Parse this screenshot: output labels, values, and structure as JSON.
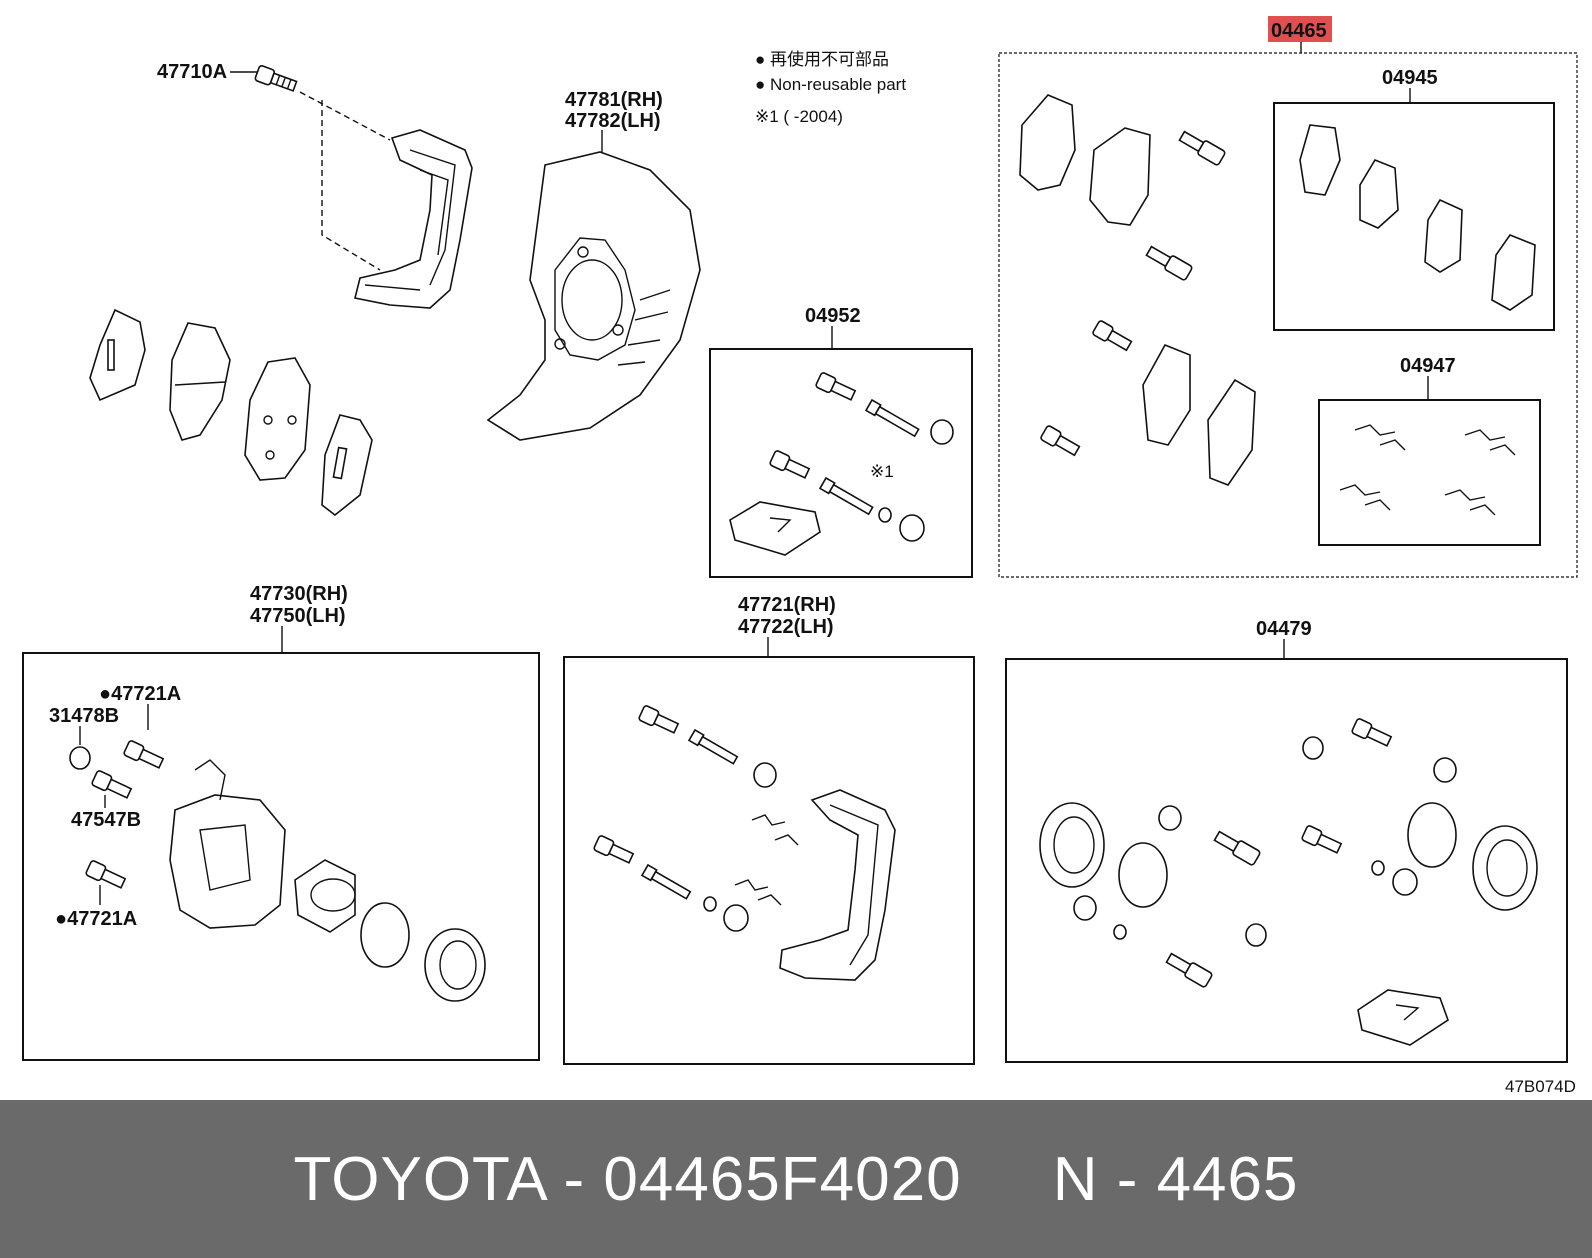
{
  "legend": {
    "line1": "● 再使用不可部品",
    "line2": "● Non-reusable part",
    "line3": "※1 (        -2004)"
  },
  "labels": {
    "p47710A": "47710A",
    "p47781": "47781(RH)",
    "p47782": "47782(LH)",
    "p04465": "04465",
    "p04945": "04945",
    "p04952": "04952",
    "p04947": "04947",
    "note1": "※1",
    "p47730": "47730(RH)",
    "p47750": "47750(LH)",
    "p47721A_top": "●47721A",
    "p31478B": "31478B",
    "p47547B": "47547B",
    "p47721A_bottom": "●47721A",
    "p47721": "47721(RH)",
    "p47722": "47722(LH)",
    "p04479": "04479",
    "diagram_code": "47B074D"
  },
  "highlight_color": "#e05050",
  "footer": {
    "text": "TOYOTA - 04465F4020     N - 4465",
    "background": "#6a6a6a"
  }
}
